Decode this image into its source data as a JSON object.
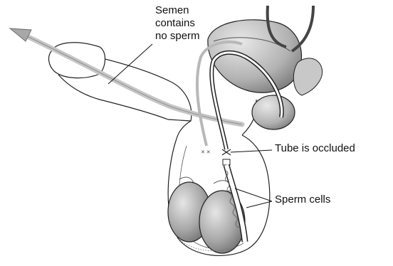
{
  "labels": {
    "semen_line1": "Semen",
    "semen_line2": "contains",
    "semen_line3": "no sperm",
    "tube": "Tube is occluded",
    "sperm": "Sperm cells"
  }
}
